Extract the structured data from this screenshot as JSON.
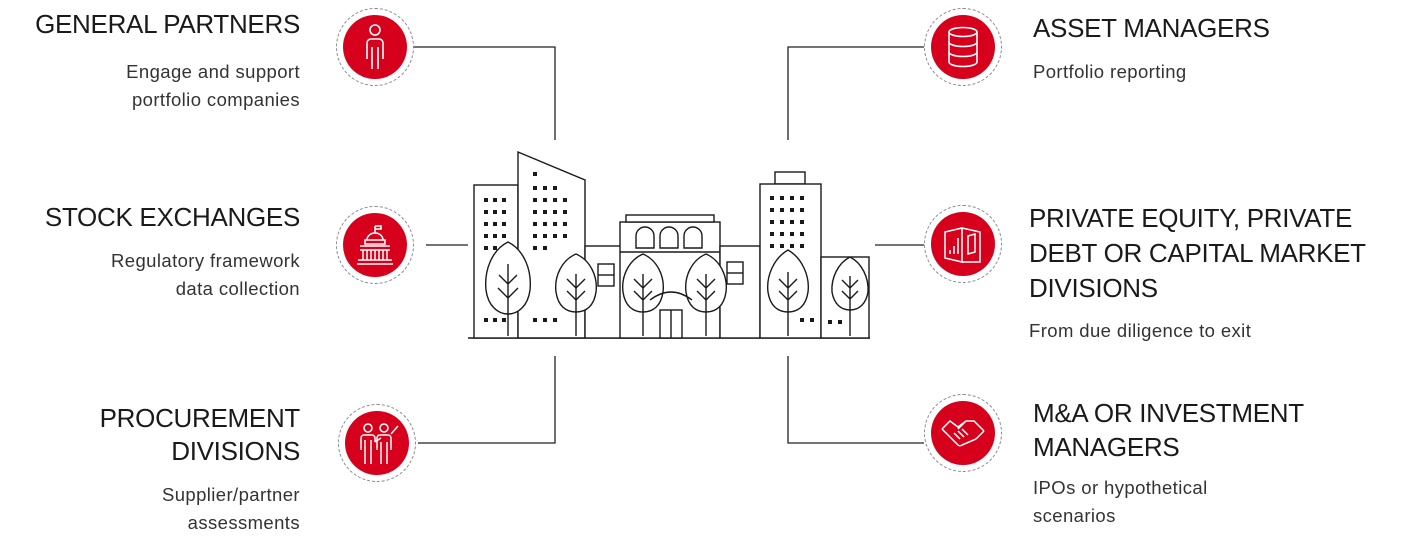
{
  "brand_color": "#d6001c",
  "stakeholders": {
    "general_partners": {
      "title": "GENERAL PARTNERS",
      "desc": [
        "Engage and support",
        "portfolio companies"
      ],
      "icon": "person-icon"
    },
    "stock_exchanges": {
      "title": "STOCK EXCHANGES",
      "desc": [
        "Regulatory framework",
        "data collection"
      ],
      "icon": "capitol-building-icon"
    },
    "procurement": {
      "title": [
        "PROCUREMENT",
        "DIVISIONS"
      ],
      "desc": [
        "Supplier/partner",
        "assessments"
      ],
      "icon": "people-icon"
    },
    "asset_managers": {
      "title": "ASSET MANAGERS",
      "desc": [
        "Portfolio reporting"
      ],
      "icon": "database-icon"
    },
    "private_equity": {
      "title": [
        "PRIVATE EQUITY, PRIVATE",
        "DEBT OR CAPITAL MARKET",
        "DIVISIONS"
      ],
      "desc": [
        "From due diligence to exit"
      ],
      "icon": "chart-book-icon"
    },
    "mna": {
      "title": [
        "M&A OR INVESTMENT",
        "MANAGERS"
      ],
      "desc": [
        "IPOs or hypothetical",
        "scenarios"
      ],
      "icon": "handshake-icon"
    }
  }
}
